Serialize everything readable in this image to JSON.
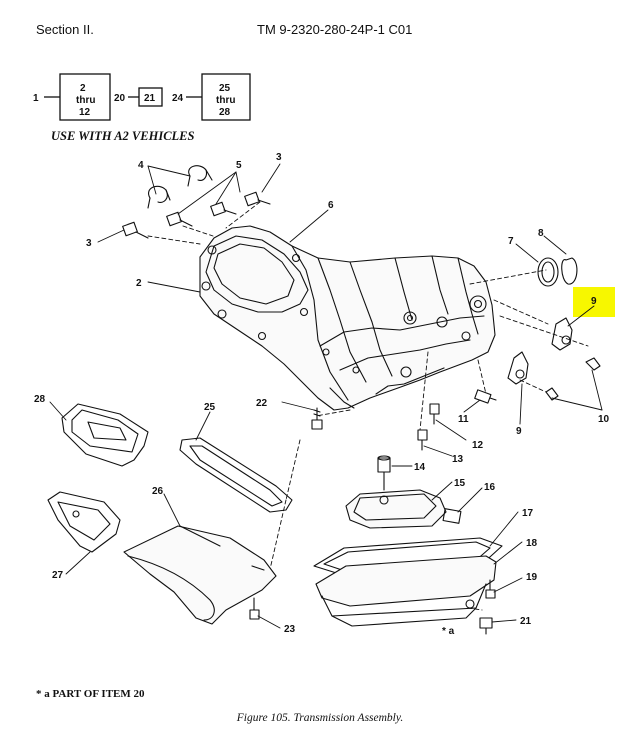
{
  "header": {
    "section": "Section II.",
    "tm": "TM 9-2320-280-24P-1  C01"
  },
  "locator": {
    "item1": "1",
    "box1_lines": [
      "2",
      "thru",
      "12"
    ],
    "item20": "20",
    "box2": "21",
    "item24": "24",
    "box3_lines": [
      "25",
      "thru",
      "28"
    ]
  },
  "note": "USE WITH A2 VEHICLES",
  "callouts": {
    "c1": "1",
    "c2": "2",
    "c3a": "3",
    "c3b": "3",
    "c4": "4",
    "c5": "5",
    "c6": "6",
    "c7": "7",
    "c8": "8",
    "c9a": "9",
    "c9b": "9",
    "c10": "10",
    "c11": "11",
    "c12": "12",
    "c13": "13",
    "c14": "14",
    "c15": "15",
    "c16": "16",
    "c17": "17",
    "c18": "18",
    "c19": "19",
    "c21": "21",
    "c22": "22",
    "c23": "23",
    "c25": "25",
    "c26": "26",
    "c27": "27",
    "c28": "28",
    "star_a": "* a"
  },
  "highlight_color": "#f7f700",
  "footnote": "* a PART OF ITEM 20",
  "caption": "Figure 105.  Transmission Assembly."
}
